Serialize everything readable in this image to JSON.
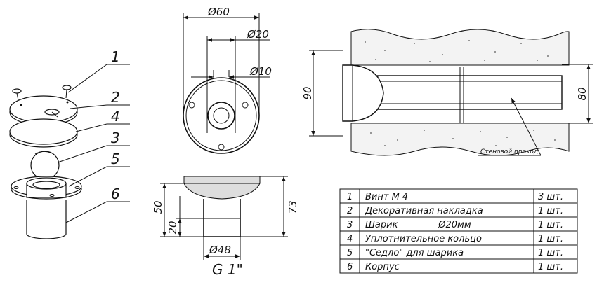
{
  "callouts": [
    "1",
    "2",
    "4",
    "3",
    "5",
    "6"
  ],
  "dimensions": {
    "outer_diameter": "Ø60",
    "mid_diameter": "Ø20",
    "inner_diameter": "Ø10",
    "height_total": "73",
    "height_body": "50",
    "height_thread": "20",
    "bottom_diameter": "Ø48",
    "thread": "G 1\"",
    "wall_left": "90",
    "wall_right": "80",
    "wall_note": "Стеновой проход"
  },
  "parts_table": [
    {
      "no": "1",
      "name": "Винт М 4",
      "qty": "3 шт."
    },
    {
      "no": "2",
      "name": "Декоративная накладка",
      "qty": "1 шт."
    },
    {
      "no": "3",
      "name": "Шарик              Ø20мм",
      "qty": "1 шт."
    },
    {
      "no": "4",
      "name": "Уплотнительное кольцо",
      "qty": "1 шт."
    },
    {
      "no": "5",
      "name": "\"Седло\" для шарика",
      "qty": "1 шт."
    },
    {
      "no": "6",
      "name": "Корпус",
      "qty": "1 шт."
    }
  ]
}
